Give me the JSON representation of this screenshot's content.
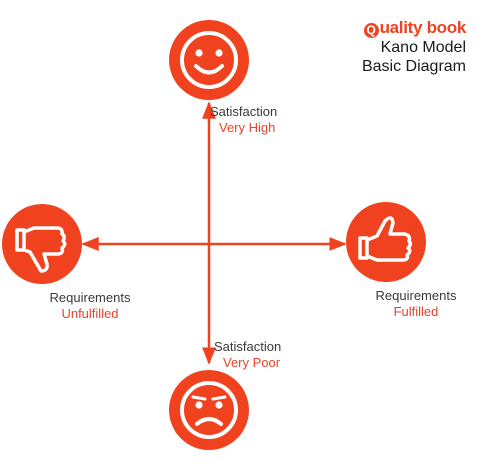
{
  "brand": {
    "name": "uality book",
    "logo_letter": "Q"
  },
  "diagram": {
    "title_line1": "Kano Model",
    "title_line2": "Basic Diagram"
  },
  "nodes": {
    "top": {
      "axis": "Satisfaction",
      "level": "Very High",
      "icon": "smiley-face-icon"
    },
    "bottom": {
      "axis": "Satisfaction",
      "level": "Very Poor",
      "icon": "sad-face-icon"
    },
    "left": {
      "axis": "Requirements",
      "level": "Unfulfilled",
      "icon": "thumbs-down-icon"
    },
    "right": {
      "axis": "Requirements",
      "level": "Fulfilled",
      "icon": "thumbs-up-icon"
    }
  },
  "colors": {
    "accent": "#f1421f",
    "label_red": "#e8432a",
    "text": "#3a3a3a"
  }
}
